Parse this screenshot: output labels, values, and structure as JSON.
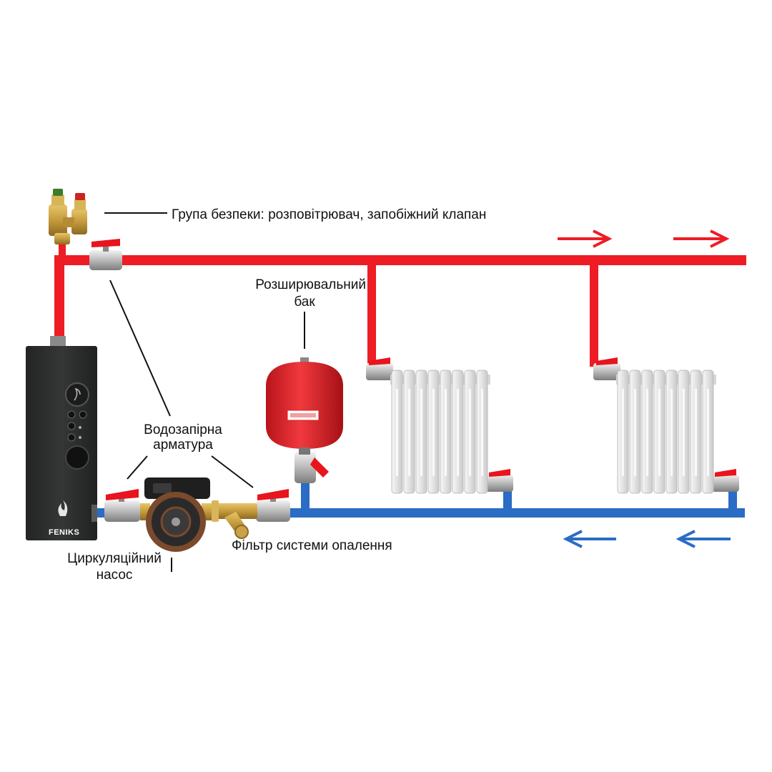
{
  "labels": {
    "safety_group": "Група безпеки: розповітрювач, запобіжний клапан",
    "expansion_tank_line1": "Розширювальний",
    "expansion_tank_line2": "бак",
    "shutoff_valves_line1": "Водозапірна",
    "shutoff_valves_line2": "арматура",
    "filter": "Фільтр системи опалення",
    "pump_line1": "Циркуляційний",
    "pump_line2": "насос"
  },
  "boiler": {
    "brand": "FENIKS"
  },
  "colors": {
    "supply": "#ee1c24",
    "return": "#2b6cc4",
    "boiler_body": "#2b2d2c",
    "radiator": "#e9e9e9",
    "valve_handle": "#e8141e",
    "brass": "#c9a24a",
    "tank": "#e8272c"
  },
  "icons": {
    "flow_supply": "arrow-right-icon",
    "flow_return": "arrow-left-icon",
    "boiler_logo": "flame-icon"
  }
}
